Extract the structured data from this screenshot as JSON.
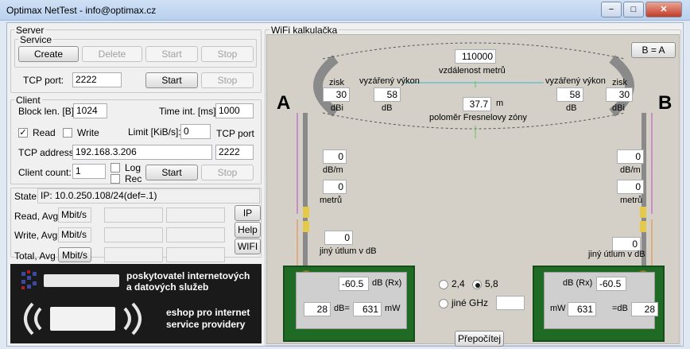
{
  "window": {
    "title": "Optimax NetTest - info@optimax.cz",
    "min": "−",
    "max": "□",
    "close": "✕"
  },
  "server": {
    "group_label": "Server",
    "service_label": "Service",
    "create": "Create",
    "delete": "Delete",
    "start": "Start",
    "stop": "Stop",
    "tcp_port_label": "TCP port:",
    "tcp_port_value": "2222",
    "start2": "Start",
    "stop2": "Stop"
  },
  "client": {
    "group_label": "Client",
    "block_len_label": "Block len. [B]:",
    "block_len_value": "1024",
    "time_int_label": "Time int. [ms] :",
    "time_int_value": "1000",
    "read_label": "Read",
    "read_checked": "✓",
    "write_label": "Write",
    "limit_label": "Limit [KiB/s]:",
    "limit_value": "0",
    "tcp_port_label": "TCP port",
    "tcp_address_label": "TCP address:",
    "tcp_address_value": "192.168.3.206",
    "tcp_port_value": "2222",
    "client_count_label": "Client count:",
    "client_count_value": "1",
    "log_label": "Log",
    "rec_label": "Rec",
    "start": "Start",
    "stop": "Stop"
  },
  "state": {
    "label": "State",
    "ip_value": "IP: 10.0.250.108/24(def=.1)",
    "read_label": "Read, Avg",
    "read_unit": "Mbit/s",
    "write_label": "Write, Avg",
    "write_unit": "Mbit/s",
    "total_label": "Total, Avg",
    "total_unit": "Mbit/s",
    "ip_btn": "IP",
    "help_btn": "Help",
    "wifi_btn": "WIFI"
  },
  "ads": {
    "isp_line1": "poskytovatel internetových",
    "isp_line2": "a datových služeb",
    "shop_line1": "eshop pro internet",
    "shop_line2": "service providery"
  },
  "wifi": {
    "group_label": "WiFi kalkulačka",
    "swap_btn": "B = A",
    "a_label": "A",
    "b_label": "B",
    "distance_value": "110000",
    "distance_label": "vzdálenost metrů",
    "fresnel_value": "37.7",
    "fresnel_unit": "m",
    "fresnel_label": "poloměr Fresnelovy zóny",
    "left": {
      "gain_label": "zisk",
      "gain_value": "30",
      "gain_unit": "dBi",
      "eirp_label": "vyzářený výkon",
      "eirp_value": "58",
      "eirp_unit": "dB",
      "cable_loss_value": "0",
      "cable_loss_unit": "dB/m",
      "cable_len_value": "0",
      "cable_len_unit": "metrů",
      "other_loss_value": "0",
      "other_loss_label": "jiný útlum v dB",
      "rx_value": "-60.5",
      "rx_label": "dB (Rx)",
      "tx_db_value": "28",
      "tx_db_label": "dB=",
      "tx_mw_value": "631",
      "tx_mw_label": "mW"
    },
    "right": {
      "gain_label": "zisk",
      "gain_value": "30",
      "gain_unit": "dBi",
      "eirp_label": "vyzářený výkon",
      "eirp_value": "58",
      "eirp_unit": "dB",
      "cable_loss_value": "0",
      "cable_loss_unit": "dB/m",
      "cable_len_value": "0",
      "cable_len_unit": "metrů",
      "other_loss_value": "0",
      "other_loss_label": "jiný útlum v dB",
      "rx_value": "-60.5",
      "rx_label": "dB (Rx)",
      "tx_db_value": "28",
      "tx_db_label": "=dB",
      "tx_mw_value": "631",
      "tx_mw_label": "mW"
    },
    "band_24": "2,4",
    "band_58": "5,8",
    "band_other": "jiné GHz",
    "calc_btn": "Přepočítej"
  },
  "colors": {
    "board": "#1f6b25",
    "fresnel_arrow": "#3bb7c9",
    "green_arrow": "#5fc25f",
    "magenta": "#c046c8",
    "orange": "#e8883a"
  }
}
